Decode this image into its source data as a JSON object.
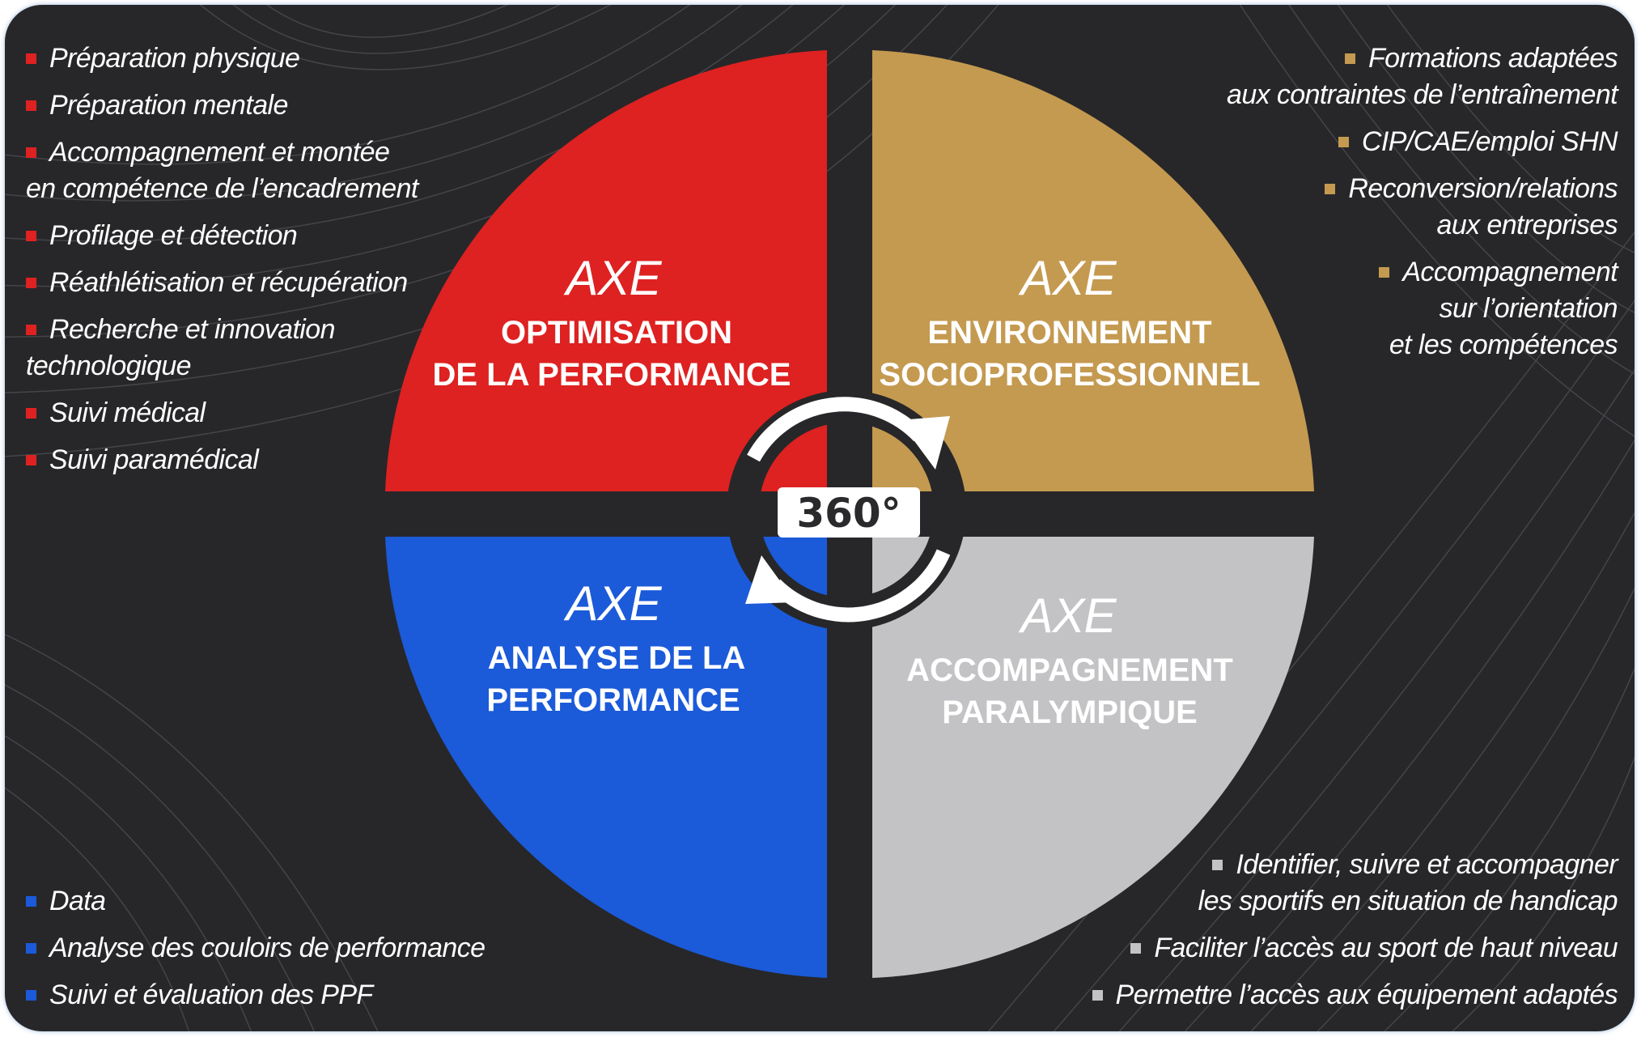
{
  "colors": {
    "background": "#272729",
    "red": "#de2121",
    "gold": "#c49a50",
    "blue": "#1b5ad9",
    "grey": "#c3c3c5"
  },
  "center_badge": {
    "label": "360°"
  },
  "quadrants": {
    "optimisation": {
      "axe": "AXE",
      "title_line1": "OPTIMISATION",
      "title_line2": "DE LA PERFORMANCE"
    },
    "environnement": {
      "axe": "AXE",
      "title_line1": "ENVIRONNEMENT",
      "title_line2": "SOCIOPROFESSIONNEL"
    },
    "analyse": {
      "axe": "AXE",
      "title_line1": "ANALYSE DE LA",
      "title_line2": "PERFORMANCE"
    },
    "accompagnement": {
      "axe": "AXE",
      "title_line1": "ACCOMPAGNEMENT",
      "title_line2": "PARALYMPIQUE"
    }
  },
  "lists": {
    "top_left": [
      {
        "lines": [
          "Préparation physique"
        ]
      },
      {
        "lines": [
          "Préparation mentale"
        ]
      },
      {
        "lines": [
          "Accompagnement et montée",
          "en compétence de l’encadrement"
        ]
      },
      {
        "lines": [
          "Profilage et détection"
        ]
      },
      {
        "lines": [
          "Réathlétisation et récupération"
        ]
      },
      {
        "lines": [
          "Recherche et innovation",
          "technologique"
        ]
      },
      {
        "lines": [
          "Suivi médical"
        ]
      },
      {
        "lines": [
          "Suivi paramédical"
        ]
      }
    ],
    "top_right": [
      {
        "lines": [
          "Formations adaptées",
          "aux contraintes de l’entraînement"
        ]
      },
      {
        "lines": [
          "CIP/CAE/emploi SHN"
        ]
      },
      {
        "lines": [
          "Reconversion/relations",
          "aux entreprises"
        ]
      },
      {
        "lines": [
          "Accompagnement",
          "sur l’orientation",
          "et les compétences"
        ]
      }
    ],
    "bottom_left": [
      {
        "lines": [
          "Data"
        ]
      },
      {
        "lines": [
          "Analyse des couloirs de performance"
        ]
      },
      {
        "lines": [
          "Suivi et évaluation des PPF"
        ]
      }
    ],
    "bottom_right": [
      {
        "lines": [
          "Identifier, suivre et accompagner",
          "les sportifs en situation de handicap"
        ]
      },
      {
        "lines": [
          "Faciliter l’accès au sport de haut niveau"
        ]
      },
      {
        "lines": [
          "Permettre l’accès aux équipement adaptés"
        ]
      }
    ]
  }
}
